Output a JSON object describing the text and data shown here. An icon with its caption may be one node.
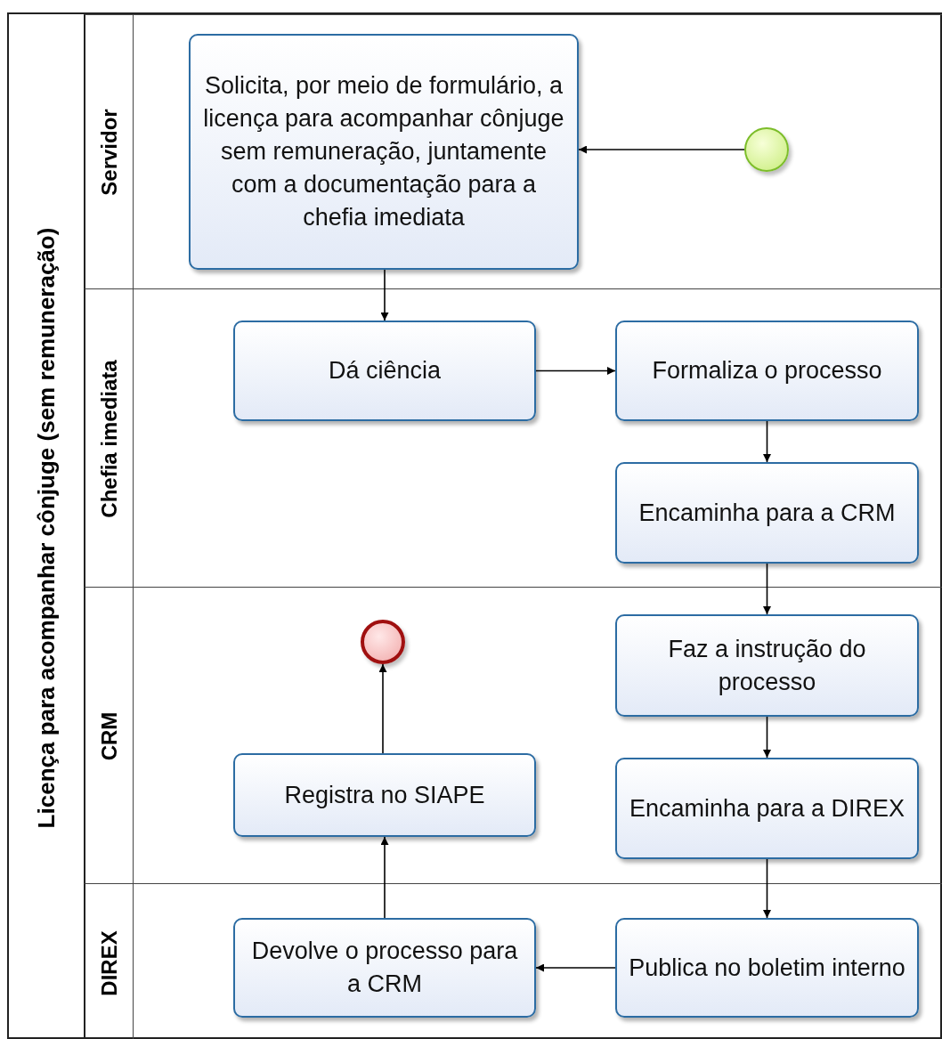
{
  "diagram": {
    "nodes": [
      {
        "text": [
          "Licença para acompanhar cônjuge (sem remuneração)"
        ]
      },
      {
        "text": [
          "Servidor"
        ],
        "in": 0
      },
      {
        "text": [
          "Chefia imediata"
        ],
        "in": 0
      },
      {
        "text": [
          "CRM"
        ],
        "in": 0
      },
      {
        "text": [
          "DIREX"
        ],
        "in": 0
      },
      {
        "text": [
          "Solicita, por meio de formulário, a licença para acompanhar cônjuge sem remuneração, juntamente com a documentação para a chefia imediata"
        ],
        "in": 1
      },
      {
        "text": [],
        "shape": "circle",
        "in": 1
      },
      {
        "text": [
          "Dá ciência"
        ],
        "in": 2
      },
      {
        "text": [
          "Formaliza o processo"
        ],
        "in": 2
      },
      {
        "text": [
          "Encaminha para a CRM"
        ],
        "in": 2
      },
      {
        "text": [
          "Faz a instrução do processo"
        ],
        "in": 3
      },
      {
        "text": [
          "Encaminha para a DIREX"
        ],
        "in": 3
      },
      {
        "text": [
          "Registra no SIAPE"
        ],
        "in": 3
      },
      {
        "text": [],
        "shape": "circle",
        "in": 3
      },
      {
        "text": [
          "Publica no boletim interno"
        ],
        "in": 4
      },
      {
        "text": [
          "Devolve o processo para a CRM"
        ],
        "in": 4
      }
    ],
    "edges": [
      {
        "from": 6,
        "to": 5,
        "arrow": "to"
      },
      {
        "from": 5,
        "to": 7,
        "arrow": "to"
      },
      {
        "from": 7,
        "to": 8,
        "arrow": "to"
      },
      {
        "from": 8,
        "to": 9,
        "arrow": "to"
      },
      {
        "from": 9,
        "to": 10,
        "arrow": "to"
      },
      {
        "from": 10,
        "to": 11,
        "arrow": "to"
      },
      {
        "from": 11,
        "to": 14,
        "arrow": "to"
      },
      {
        "from": 14,
        "to": 15,
        "arrow": "to"
      },
      {
        "from": 15,
        "to": 12,
        "arrow": "to"
      },
      {
        "from": 12,
        "to": 13,
        "arrow": "to"
      }
    ]
  }
}
